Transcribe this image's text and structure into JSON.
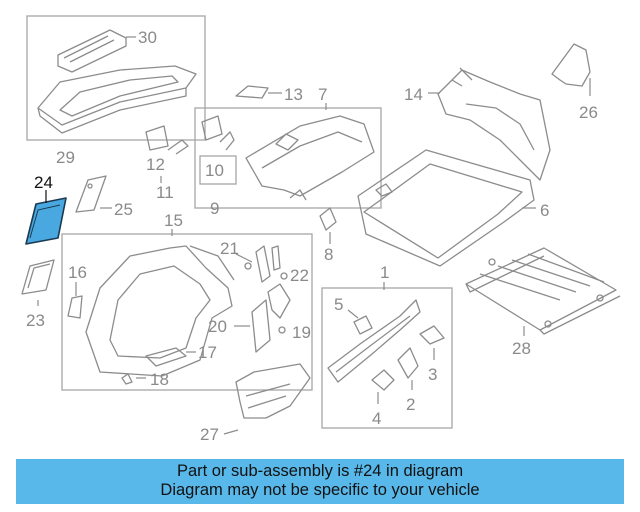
{
  "highlight_color": "#4aa8e0",
  "banner_color": "#59b8ea",
  "callouts": {
    "c1": "1",
    "c2": "2",
    "c3": "3",
    "c4": "4",
    "c5": "5",
    "c6": "6",
    "c7": "7",
    "c8": "8",
    "c9": "9",
    "c10": "10",
    "c11": "11",
    "c12": "12",
    "c13": "13",
    "c14": "14",
    "c15": "15",
    "c16": "16",
    "c17": "17",
    "c18": "18",
    "c19": "19",
    "c20": "20",
    "c21": "21",
    "c22": "22",
    "c23": "23",
    "c24": "24",
    "c25": "25",
    "c26": "26",
    "c27": "27",
    "c28": "28",
    "c29": "29",
    "c30": "30"
  },
  "banner": {
    "line1": "Part or sub-assembly is #24 in diagram",
    "line2": "Diagram may not be specific to your vehicle"
  }
}
